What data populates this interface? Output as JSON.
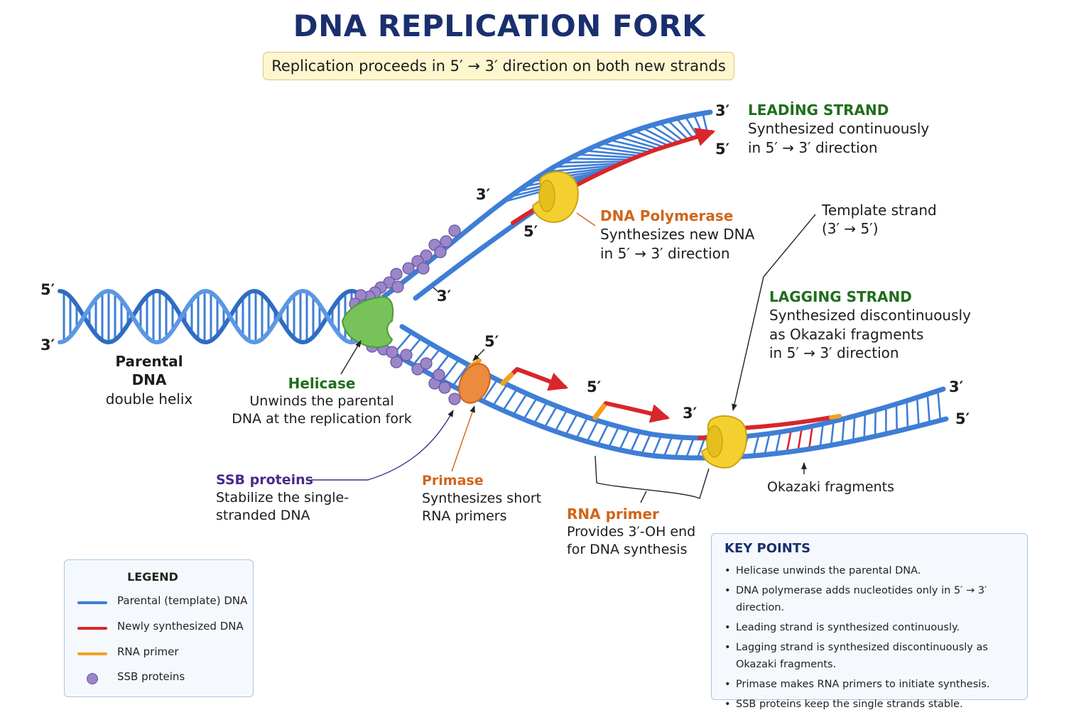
{
  "title": "DNA REPLICATION FORK",
  "banner": "Replication proceeds in 5′ → 3′ direction on both new strands",
  "colors": {
    "parental_dna": "#3e7ed6",
    "new_dna": "#d8262b",
    "rna_primer": "#f2a020",
    "ssb": "#9a86c8",
    "helicase": "#78c25a",
    "polymerase": "#f3d02f",
    "primase": "#ec8a3e",
    "title": "#1a2f6e"
  },
  "primes": {
    "helix_5": "5′",
    "helix_3": "3′",
    "lead_top_3": "3′",
    "lead_top_5": "5′",
    "lead_mid_3": "3′",
    "lead_mid_5": "5′",
    "lead_fork_3": "3′",
    "lag_primer_5": "5′",
    "lag_mid_5": "5′",
    "lag_mid_3": "3′",
    "lag_end_3": "3′",
    "lag_end_5": "5′"
  },
  "labels": {
    "leading_strand": {
      "title": "LEADİNG STRAND",
      "line1": "Synthesized continuously",
      "line2": "in 5′ → 3′ direction"
    },
    "polymerase": {
      "title": "DNA Polymerase",
      "line1": "Synthesizes new DNA",
      "line2": "in 5′ → 3′ direction"
    },
    "template": {
      "line1": "Template strand",
      "line2": "(3′ → 5′)"
    },
    "lagging_strand": {
      "title": "LAGGING STRAND",
      "line1": "Synthesized discontinuously",
      "line2": "as Okazaki fragments",
      "line3": "in 5′ → 3′ direction"
    },
    "parental": {
      "line1": "Parental",
      "line2": "DNA",
      "line3": "double helix"
    },
    "helicase": {
      "title": "Helicase",
      "line1": "Unwinds the parental",
      "line2": "DNA at the replication fork"
    },
    "ssb": {
      "title": "SSB proteins",
      "line1": "Stabilize the single-",
      "line2": "stranded DNA"
    },
    "primase": {
      "title": "Primase",
      "line1": "Synthesizes short",
      "line2": "RNA primers"
    },
    "rna_primer": {
      "title": "RNA primer",
      "line1": "Provides 3′-OH end",
      "line2": "for DNA synthesis"
    },
    "okazaki": "Okazaki fragments"
  },
  "legend": {
    "title": "LEGEND",
    "items": [
      {
        "label": "Parental (template) DNA"
      },
      {
        "label": "Newly synthesized DNA"
      },
      {
        "label": "RNA primer"
      },
      {
        "label": "SSB proteins"
      }
    ]
  },
  "key_points": {
    "title": "KEY POINTS",
    "items": [
      "Helicase unwinds the parental DNA.",
      "DNA polymerase adds nucleotides only in 5′ → 3′ direction.",
      "Leading strand is synthesized continuously.",
      "Lagging strand is synthesized discontinuously as Okazaki fragments.",
      "Primase makes RNA primers to initiate synthesis.",
      "SSB proteins keep the single strands stable."
    ]
  }
}
